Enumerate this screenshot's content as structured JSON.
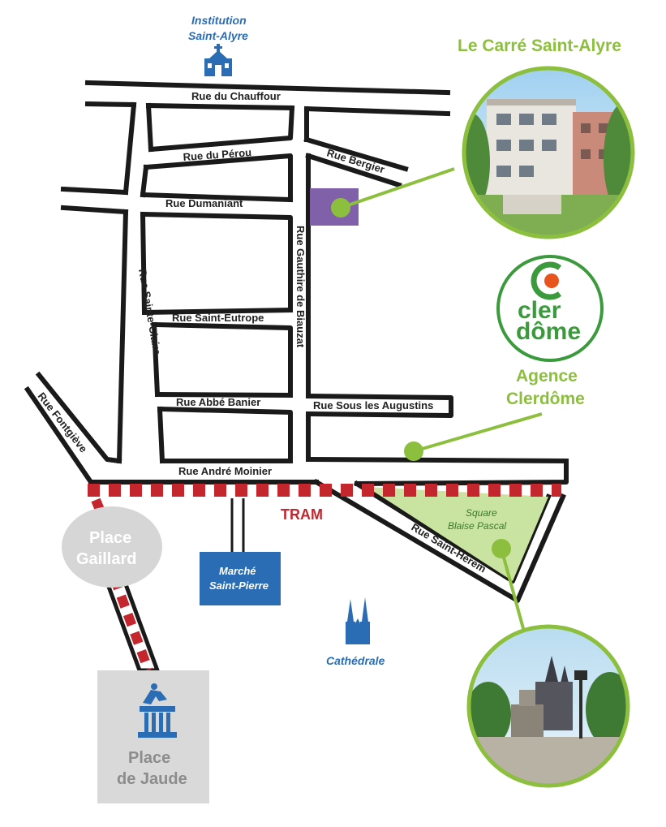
{
  "header": {
    "institution_line1": "Institution",
    "institution_line2": "Saint-Alyre",
    "residence_title": "Le Carré Saint-Alyre"
  },
  "streets": {
    "chauffour": "Rue du Chauffour",
    "perou": "Rue du Pérou",
    "bergier": "Rue Bergier",
    "dumaniant": "Rue Dumaniant",
    "gauthire": "Rue Gauthire de Biauzat",
    "sainte_claire": "Rue Sainte-Claire",
    "saint_eutrope": "Rue Saint-Eutrope",
    "abbe_banier": "Rue Abbé Banier",
    "sous_augustins": "Rue Sous les Augustins",
    "fontgieve": "Rue Fontgiève",
    "andre_moinier": "Rue André Moinier",
    "saint_herem": "Rue Saint-Hérem"
  },
  "agency": {
    "logo_line1": "cler",
    "logo_line2": "dôme",
    "label_line1": "Agence",
    "label_line2": "Clerdôme"
  },
  "places": {
    "tram": "TRAM",
    "gaillard_line1": "Place",
    "gaillard_line2": "Gaillard",
    "marche_line1": "Marché",
    "marche_line2": "Saint-Pierre",
    "square_line1": "Square",
    "square_line2": "Blaise Pascal",
    "cathedrale": "Cathédrale",
    "jaude_line1": "Place",
    "jaude_line2": "de Jaude"
  },
  "colors": {
    "street_border": "#1a1a1a",
    "tram_red": "#c4262e",
    "poi_blue": "#2a6db5",
    "accent_green": "#8dbf3e",
    "square_fill": "#c9e3a0",
    "residence_purple": "#8060a8",
    "grey_place": "#d6d6d6",
    "jaude_box": "#d9d9d9"
  },
  "icons": [
    "church-icon",
    "cathedral-icon",
    "statue-icon",
    "location-dot-icon",
    "clerdome-logo-icon"
  ]
}
